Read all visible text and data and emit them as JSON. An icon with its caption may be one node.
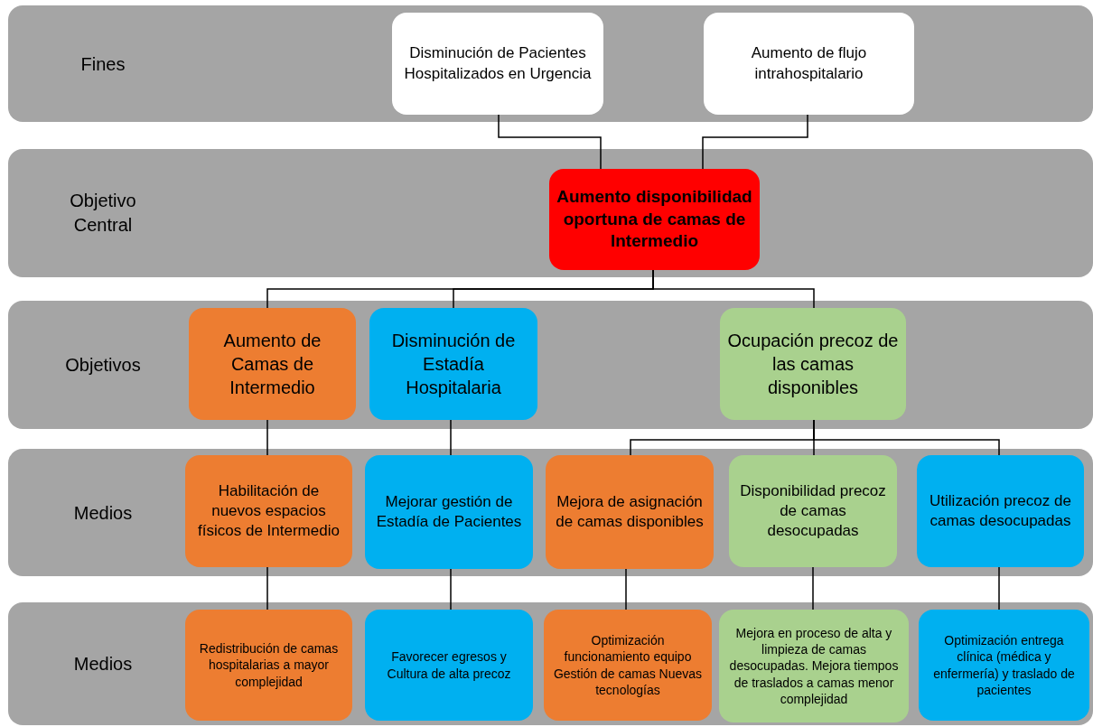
{
  "diagram": {
    "nodes": [
      {
        "text": [
          "Fines"
        ]
      },
      {
        "text": [
          "Disminución de Pacientes Hospitalizados en Urgencia"
        ],
        "in": 0
      },
      {
        "text": [
          "Aumento de flujo intrahospitalario"
        ],
        "in": 0
      },
      {
        "text": [
          "Objetivo Central"
        ]
      },
      {
        "text": [
          "Aumento disponibilidad oportuna de camas de Intermedio"
        ],
        "in": 3
      },
      {
        "text": [
          "Objetivos"
        ]
      },
      {
        "text": [
          "Aumento de Camas de Intermedio"
        ],
        "in": 5
      },
      {
        "text": [
          "Disminución de Estadía Hospitalaria"
        ],
        "in": 5
      },
      {
        "text": [
          "Ocupación precoz de las camas disponibles"
        ],
        "in": 5
      },
      {
        "text": [
          "Medios"
        ]
      },
      {
        "text": [
          "Habilitación de nuevos espacios físicos de Intermedio"
        ],
        "in": 9
      },
      {
        "text": [
          "Mejorar gestión de Estadía de Pacientes"
        ],
        "in": 9
      },
      {
        "text": [
          "Mejora de asignación de camas disponibles"
        ],
        "in": 9
      },
      {
        "text": [
          "Disponibilidad precoz de camas desocupadas"
        ],
        "in": 9
      },
      {
        "text": [
          "Utilización precoz de camas desocupadas"
        ],
        "in": 9
      },
      {
        "text": [
          "Medios"
        ]
      },
      {
        "text": [
          "Redistribución de camas hospitalarias a mayor complejidad"
        ],
        "in": 15
      },
      {
        "text": [
          "Favorecer egresos y Cultura de alta precoz"
        ],
        "in": 15
      },
      {
        "text": [
          "Optimización funcionamiento equipo Gestión de camas Nuevas tecnologías"
        ],
        "in": 15
      },
      {
        "text": [
          "Mejora en proceso de alta y limpieza de camas desocupadas. Mejora tiempos de traslados a camas menor complejidad"
        ],
        "in": 15
      },
      {
        "text": [
          "Optimización entrega clínica (médica y enfermería) y traslado de pacientes"
        ],
        "in": 15
      }
    ],
    "edges": [
      {
        "from": 1,
        "to": 4,
        "arrow": "none"
      },
      {
        "from": 2,
        "to": 4,
        "arrow": "none"
      },
      {
        "from": 4,
        "to": 6,
        "arrow": "none"
      },
      {
        "from": 4,
        "to": 7,
        "arrow": "none"
      },
      {
        "from": 4,
        "to": 8,
        "arrow": "none"
      },
      {
        "from": 6,
        "to": 10,
        "arrow": "none"
      },
      {
        "from": 7,
        "to": 11,
        "arrow": "none"
      },
      {
        "from": 8,
        "to": 12,
        "arrow": "none"
      },
      {
        "from": 8,
        "to": 13,
        "arrow": "none"
      },
      {
        "from": 8,
        "to": 14,
        "arrow": "none"
      },
      {
        "from": 10,
        "to": 16,
        "arrow": "none"
      },
      {
        "from": 11,
        "to": 17,
        "arrow": "none"
      },
      {
        "from": 12,
        "to": 18,
        "arrow": "none"
      },
      {
        "from": 13,
        "to": 19,
        "arrow": "none"
      },
      {
        "from": 14,
        "to": 20,
        "arrow": "none"
      }
    ]
  }
}
